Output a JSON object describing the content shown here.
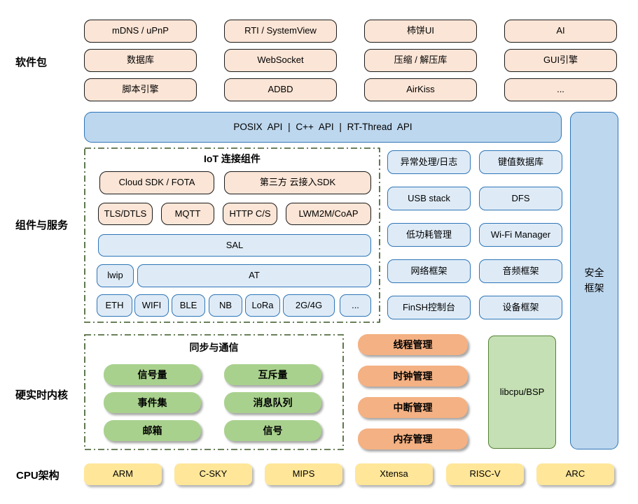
{
  "sections": {
    "packages": "软件包",
    "components": "组件与服务",
    "kernel": "硬实时内核",
    "cpu": "CPU架构"
  },
  "packages": {
    "items": [
      "mDNS / uPnP",
      "RTI / SystemView",
      "柿饼UI",
      "AI",
      "数据库",
      "WebSocket",
      "压缩 / 解压库",
      "GUI引擎",
      "脚本引擎",
      "ADBD",
      "AirKiss",
      "..."
    ]
  },
  "api_bar": {
    "label": "POSIX API | C++ API | RT-Thread API"
  },
  "security": {
    "label": "安全框架"
  },
  "iot": {
    "title": "IoT 连接组件",
    "cloud_sdk": "Cloud SDK / FOTA",
    "third_party_sdk": "第三方 云接入SDK",
    "protocols": [
      "TLS/DTLS",
      "MQTT",
      "HTTP C/S",
      "LWM2M/CoAP"
    ],
    "sal": "SAL",
    "lwip": "lwip",
    "at": "AT",
    "links": [
      "ETH",
      "WIFI",
      "BLE",
      "NB",
      "LoRa",
      "2G/4G",
      "..."
    ]
  },
  "services": {
    "items": [
      "异常处理/日志",
      "键值数据库",
      "USB stack",
      "DFS",
      "低功耗管理",
      "Wi-Fi Manager",
      "网络框架",
      "音频框架",
      "FinSH控制台",
      "设备框架"
    ]
  },
  "kernel": {
    "sync_title": "同步与通信",
    "sync_items": [
      "信号量",
      "互斥量",
      "事件集",
      "消息队列",
      "邮箱",
      "信号"
    ],
    "mgmt_items": [
      "线程管理",
      "时钟管理",
      "中断管理",
      "内存管理"
    ],
    "libcpu": "libcpu/BSP"
  },
  "cpu": {
    "items": [
      "ARM",
      "C-SKY",
      "MIPS",
      "Xtensa",
      "RISC-V",
      "ARC"
    ]
  },
  "colors": {
    "peach_fill": "#FBE5D6",
    "blue_light_fill": "#DEEBF7",
    "blue_mid_fill": "#BDD7EE",
    "blue_border": "#2E75B6",
    "green_fill": "#A9D18E",
    "libcpu_fill": "#C5E0B4",
    "libcpu_border": "#538135",
    "orange_fill": "#F4B183",
    "yellow_fill": "#FFE699",
    "dash_border": "#385723"
  }
}
